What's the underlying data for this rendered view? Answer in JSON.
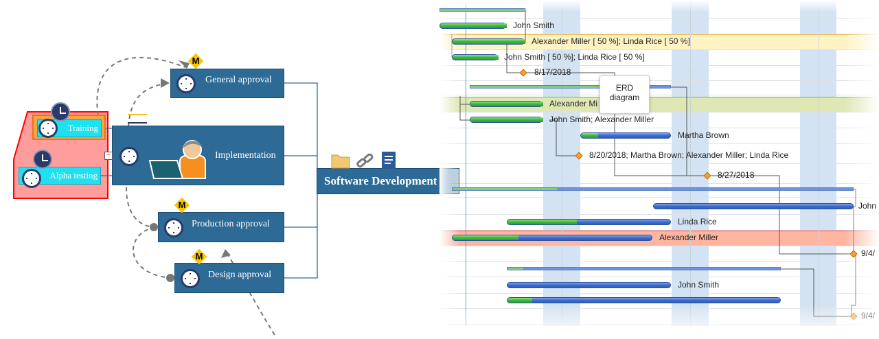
{
  "mindmap": {
    "root": "Software Development",
    "root_icons": [
      "folder-icon",
      "link-icon",
      "document-icon"
    ],
    "nodes": {
      "general_approval": "General approval",
      "implementation": "Implementation",
      "training": "Training",
      "alpha_testing": "Alpha testing",
      "production_approval": "Production approval",
      "design_approval": "Design approval"
    },
    "milestone_badge": "M",
    "collapse_sign": "−"
  },
  "gantt": {
    "tooltip": {
      "line1": "ERD",
      "line2": "diagram"
    },
    "labels": [
      "",
      "John Smith",
      "Alexander Miller [ 50 %]; Linda Rice [ 50 %]",
      "John Smith [ 50 %]; Linda Rice [ 50 %]",
      "8/17/2018",
      "",
      "Alexander Mi",
      "John Smith; Alexander Miller",
      "Martha Brown",
      "8/20/2018; Martha Brown; Alexander Miller; Linda Rice",
      "8/27/2018",
      "",
      "John",
      "Linda Rice",
      "Alexander Miller",
      "9/4/",
      "",
      "John Smith",
      "",
      "9/4/"
    ],
    "colors": {
      "bar_blue": "#3d6ccc",
      "bar_green": "#3fb93a",
      "highlight_yellow": "#fff3c4",
      "highlight_green": "#dfe7b4",
      "highlight_red": "#ffb5a0",
      "milestone": "#f7a030"
    }
  }
}
